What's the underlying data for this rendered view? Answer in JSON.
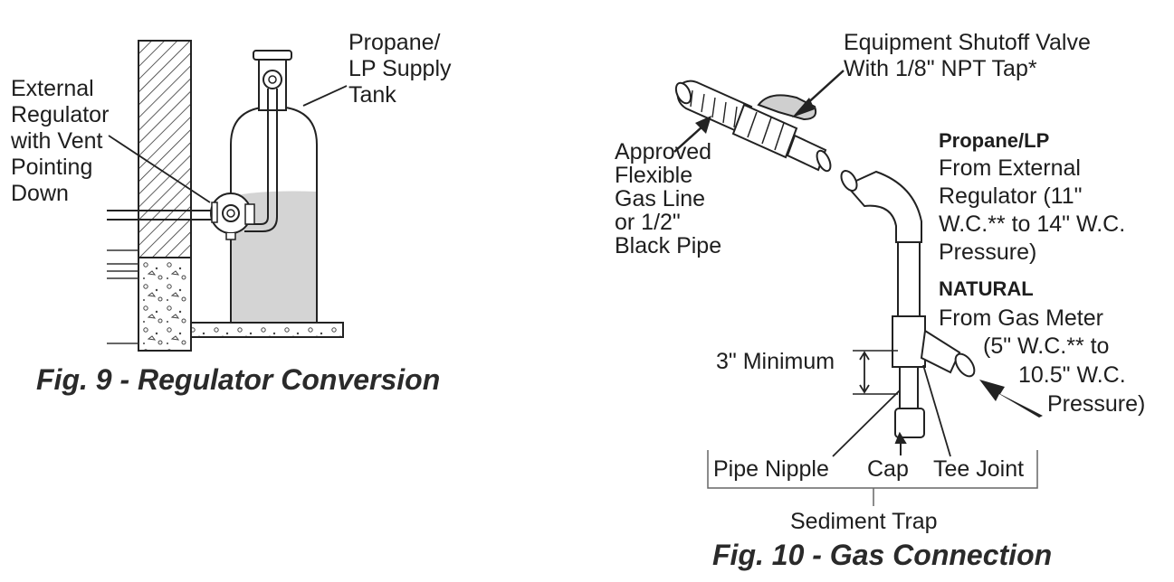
{
  "fig9": {
    "caption": "Fig. 9 - Regulator Conversion",
    "tank_label": [
      "Propane/",
      "LP Supply",
      "Tank"
    ],
    "regulator_label": [
      "External",
      "Regulator",
      "with Vent",
      "Pointing",
      "Down"
    ]
  },
  "fig10": {
    "caption": "Fig. 10 - Gas Connection",
    "shutoff_label": [
      "Equipment Shutoff Valve",
      "With 1/8\" NPT Tap*"
    ],
    "flex_line_label": [
      "Approved",
      "Flexible",
      "Gas Line",
      "or 1/2\"",
      "Black Pipe"
    ],
    "propane_heading": "Propane/LP",
    "propane_text": [
      "From External",
      "Regulator (11\"",
      "W.C.** to 14\" W.C.",
      "Pressure)"
    ],
    "natural_heading": "NATURAL",
    "natural_text": [
      "From Gas Meter",
      "(5\" W.C.** to",
      "10.5\" W.C.",
      "Pressure)"
    ],
    "minimum_label": "3\" Minimum",
    "pipe_nipple_label": "Pipe Nipple",
    "cap_label": "Cap",
    "tee_joint_label": "Tee Joint",
    "sediment_trap_label": "Sediment Trap"
  }
}
